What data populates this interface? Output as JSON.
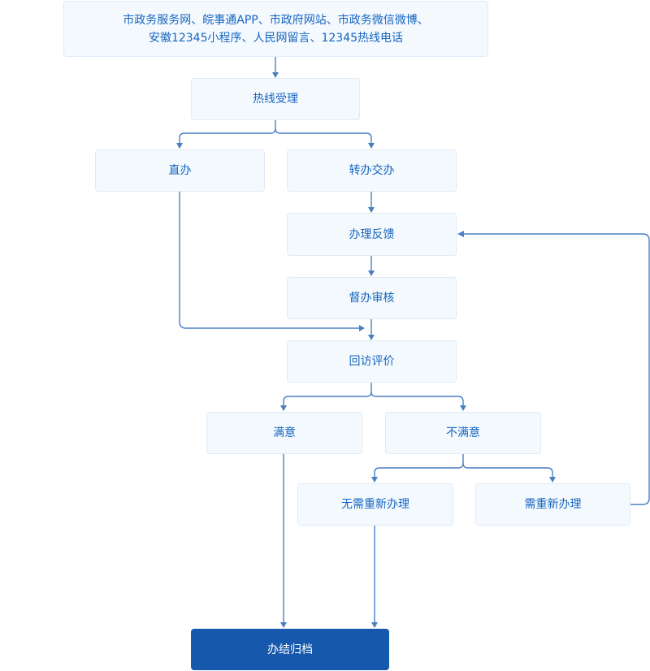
{
  "nodes": {
    "sources_line1": "市政务服务网、皖事通APP、市政府网站、市政务微信微博、",
    "sources_line2": "安徽12345小程序、人民网留言、12345热线电话",
    "hotline_accept": "热线受理",
    "direct_handle": "直办",
    "transfer_handle": "转办交办",
    "handle_feedback": "办理反馈",
    "supervise_review": "督办审核",
    "return_visit": "回访评价",
    "satisfied": "满意",
    "unsatisfied": "不满意",
    "no_rehandle": "无需重新办理",
    "need_rehandle": "需重新办理",
    "close_case": "办结归档"
  },
  "colors": {
    "node_fill": "#f4f9fe",
    "node_border": "#deebf7",
    "node_text": "#1565c0",
    "final_fill": "#1658ac",
    "final_text": "#ffffff",
    "edge": "#4a7fc4"
  }
}
